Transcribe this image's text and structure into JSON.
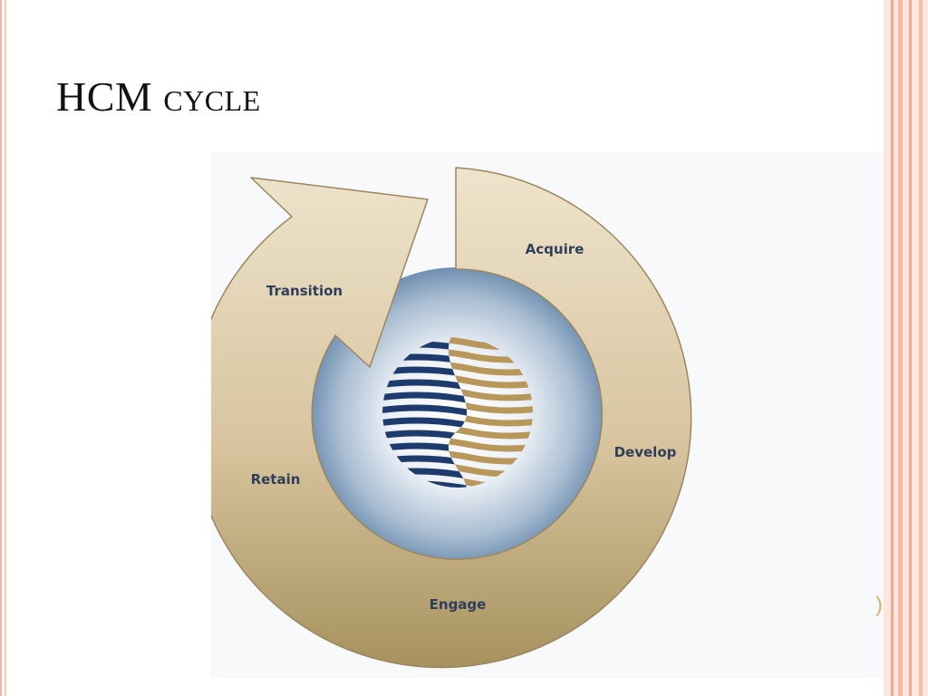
{
  "slide": {
    "title_main": "HCM",
    "title_rest": "cycle"
  },
  "diagram": {
    "stages": {
      "acquire": "Acquire",
      "develop": "Develop",
      "engage": "Engage",
      "retain": "Retain",
      "transition": "Transition"
    },
    "colors": {
      "ring_light": "#eee3cc",
      "ring_dark": "#a7915e",
      "ring_outline": "#9a8660",
      "center_blue_light": "#ffffff",
      "center_blue_dark": "#6f8fb0",
      "globe_navy": "#1e3b6e",
      "globe_gold": "#b8975a",
      "label_text": "#2f3f5a"
    },
    "center_icon": "striped-globe-logo"
  },
  "theme": {
    "accent_stripe": "#f4b3a3",
    "side_band": "#fde6dd"
  }
}
